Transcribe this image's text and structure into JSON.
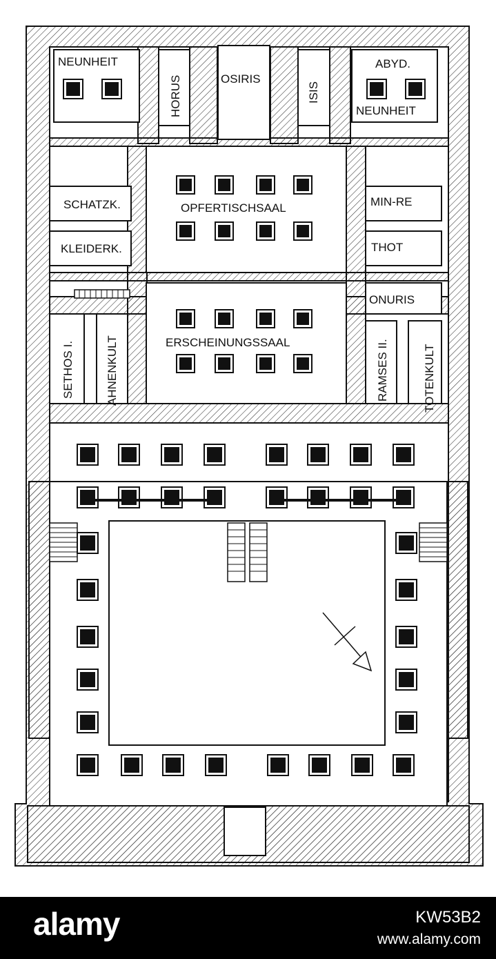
{
  "labels": {
    "neunheit_left": "NEUNHEIT",
    "horus": "HORUS",
    "osiris": "OSIRIS",
    "isis": "ISIS",
    "abyd": "ABYD.",
    "neunheit_right": "NEUNHEIT",
    "schatzk": "SCHATZK.",
    "opfertischsaal": "OPFERTISCHSAAL",
    "min_re": "MIN-RE",
    "kleiderk": "KLEIDERK.",
    "thot": "THOT",
    "onuris": "ONURIS",
    "erscheinungssaal": "ERSCHEINUNGSSAAL",
    "sethos": "SETHOS I.",
    "ahnenkult": "AHNENKULT",
    "ramses": "RAMSES II.",
    "totenkult": "TOTENKULT"
  },
  "footer": {
    "brand": "alamy",
    "image_id": "KW53B2",
    "site": "www.alamy.com"
  },
  "colors": {
    "ink": "#111111",
    "hatch": "#333333",
    "footer_bg": "#000000",
    "footer_text": "#ffffff"
  },
  "icons": {
    "north_arrow": "arrow-down-right-icon"
  }
}
